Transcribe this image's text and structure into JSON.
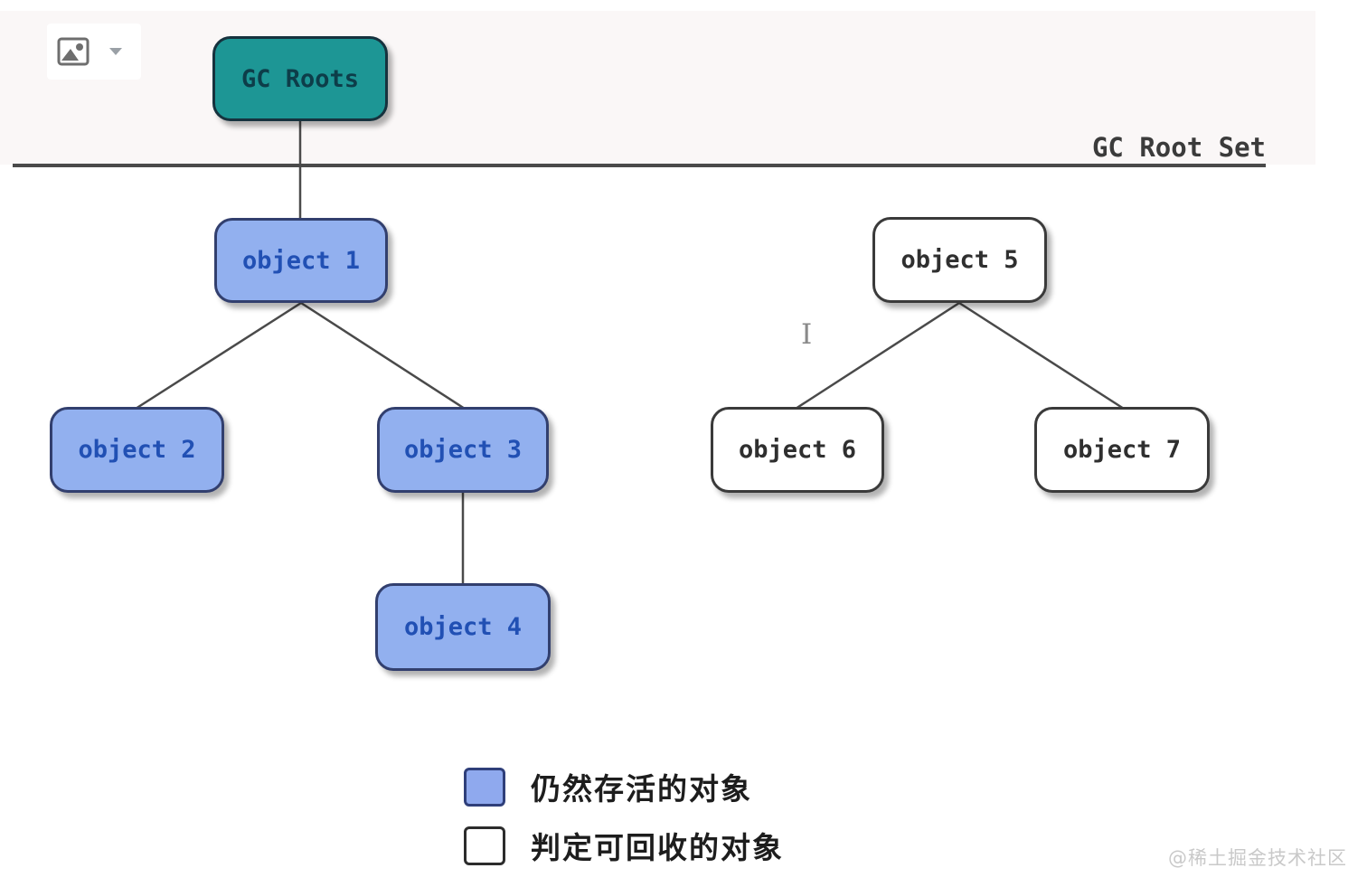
{
  "toolbar": {
    "image_button": {
      "icon": "image-icon",
      "caret_icon": "chevron-down-icon"
    }
  },
  "diagram": {
    "root_set_label": "GC Root Set",
    "cursor_glyph": "I",
    "nodes": {
      "gc_roots": {
        "label": "GC Roots",
        "type": "root"
      },
      "object1": {
        "label": "object 1",
        "type": "alive"
      },
      "object2": {
        "label": "object 2",
        "type": "alive"
      },
      "object3": {
        "label": "object 3",
        "type": "alive"
      },
      "object4": {
        "label": "object 4",
        "type": "alive"
      },
      "object5": {
        "label": "object 5",
        "type": "collectable"
      },
      "object6": {
        "label": "object 6",
        "type": "collectable"
      },
      "object7": {
        "label": "object 7",
        "type": "collectable"
      }
    },
    "edges": [
      [
        "gc_roots",
        "object1"
      ],
      [
        "object1",
        "object2"
      ],
      [
        "object1",
        "object3"
      ],
      [
        "object3",
        "object4"
      ],
      [
        "object5",
        "object6"
      ],
      [
        "object5",
        "object7"
      ]
    ],
    "colors": {
      "root_fill": "#1d9695",
      "root_border": "#16323e",
      "root_text": "#0d3d49",
      "alive_fill": "#92b0ef",
      "alive_border": "#323f6e",
      "alive_text": "#2150b4",
      "collectable_fill": "#ffffff",
      "collectable_border": "#3a3a3a",
      "collectable_text": "#2f2f2f",
      "line": "#4a4a4a",
      "top_band": "#faf7f7"
    }
  },
  "legend": {
    "items": [
      {
        "swatch": "alive",
        "label": "仍然存活的对象"
      },
      {
        "swatch": "collectable",
        "label": "判定可回收的对象"
      }
    ]
  },
  "watermark": "@稀土掘金技术社区"
}
